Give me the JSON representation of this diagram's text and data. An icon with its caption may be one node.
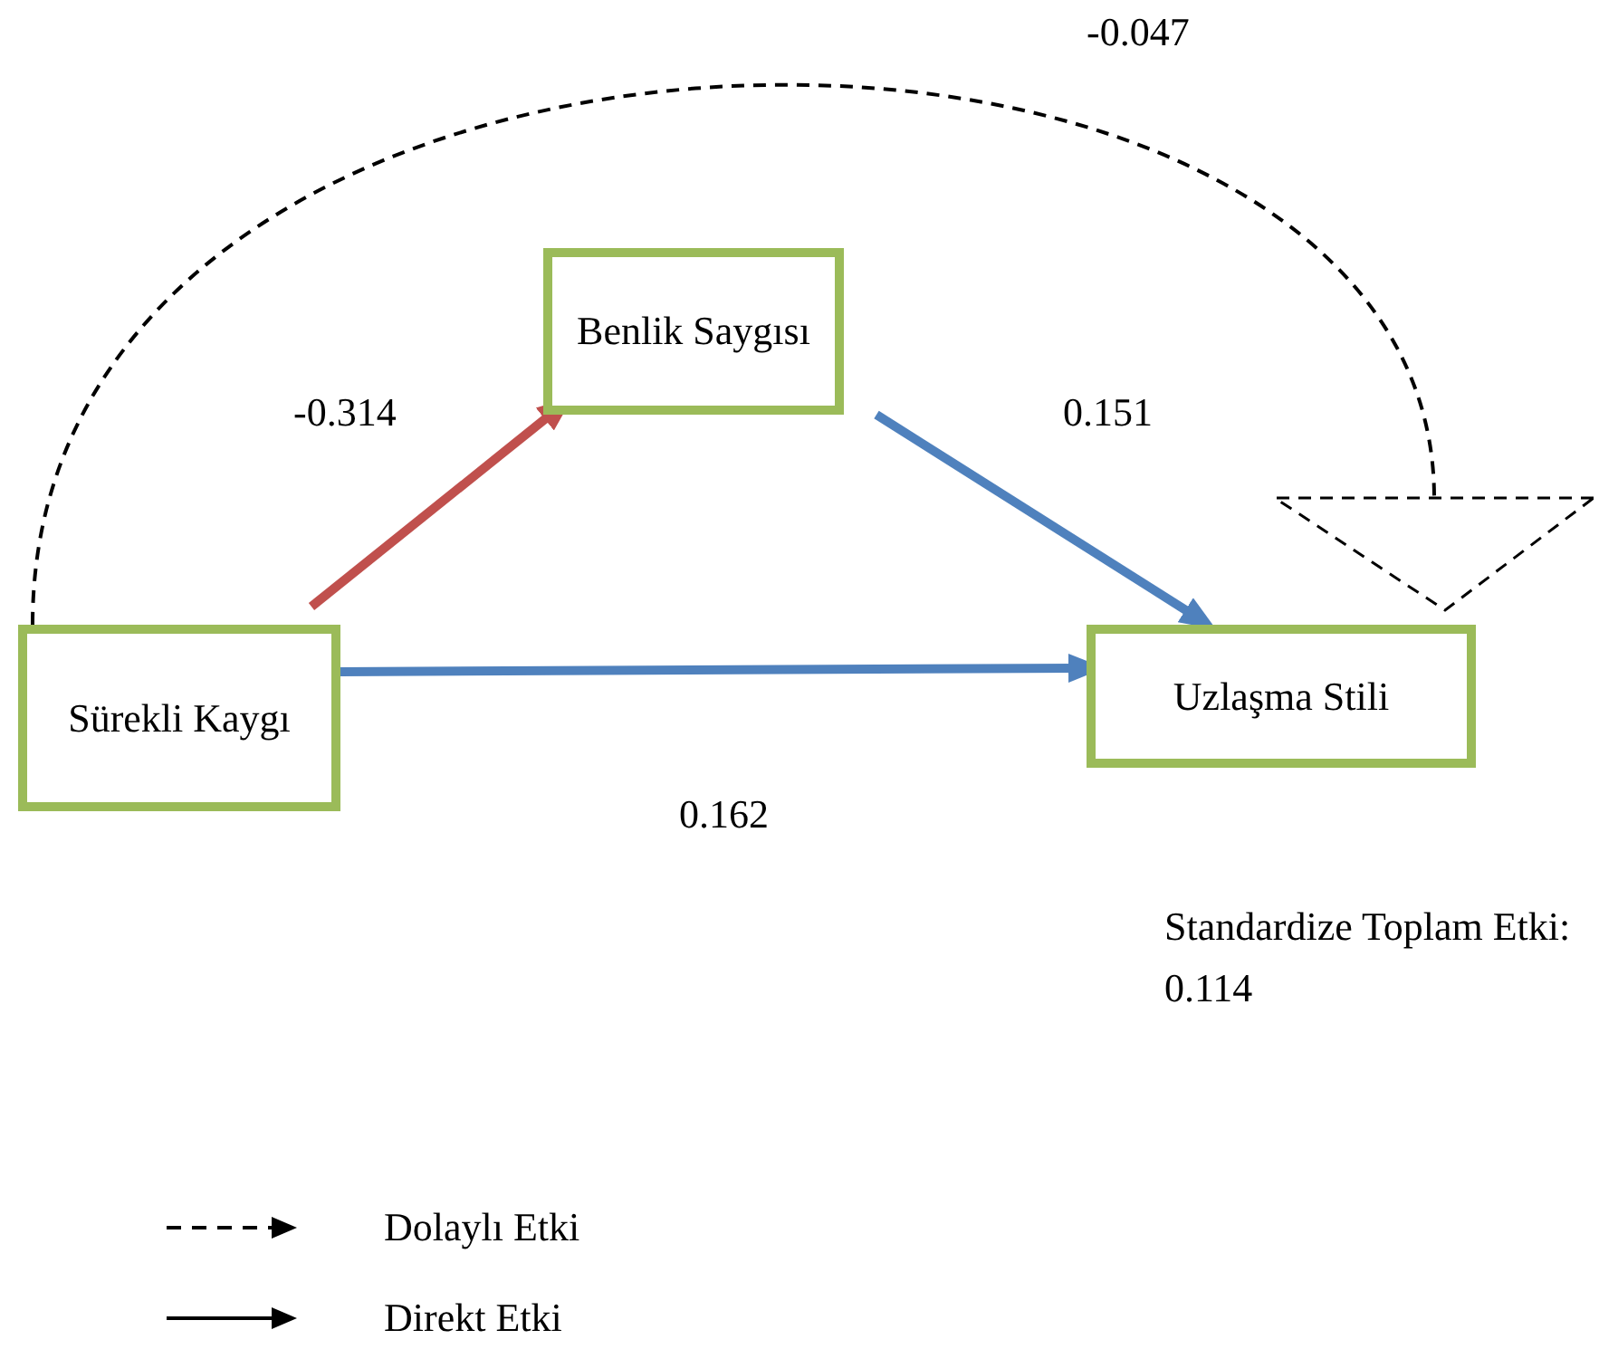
{
  "diagram": {
    "nodes": [
      {
        "text": [
          "Sürekli Kaygı"
        ]
      },
      {
        "text": [
          "Benlik Saygısı"
        ]
      },
      {
        "text": [
          "Uzlaşma Stili"
        ]
      }
    ],
    "edges": [
      {
        "from": 0,
        "to": 1,
        "arrow": "to",
        "label": "-0.314",
        "color": "#c0504d"
      },
      {
        "from": 1,
        "to": 2,
        "arrow": "to",
        "label": "0.151"
      },
      {
        "from": 0,
        "to": 2,
        "arrow": "to",
        "label": "0.162"
      },
      {
        "from": 0,
        "to": 2,
        "arrow": "to",
        "label": "-0.047",
        "style": "dashed",
        "color": "#000000"
      }
    ],
    "labels": [
      "Standardize Toplam Etki: 0.114"
    ],
    "legend": [
      {
        "text": "Dolaylı Etki"
      },
      {
        "text": "Direkt Etki"
      }
    ]
  }
}
